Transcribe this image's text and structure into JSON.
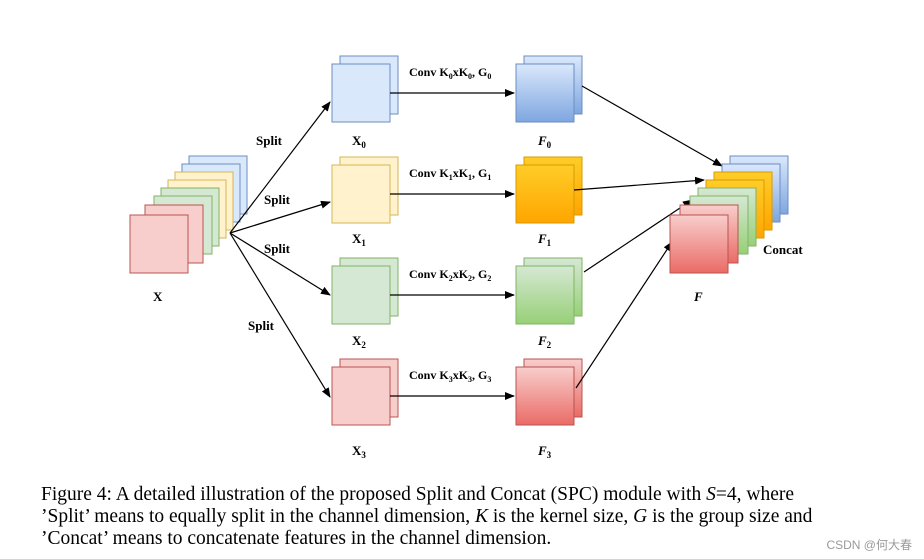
{
  "diagram": {
    "input_label": "X",
    "split_label": "Split",
    "concat_label": "Concat",
    "output_label": "F",
    "branches": [
      {
        "x_label": "X",
        "x_sub": "0",
        "conv": {
          "k1": "0",
          "k2": "0",
          "g": "0"
        },
        "f_label": "F",
        "f_sub": "0"
      },
      {
        "x_label": "X",
        "x_sub": "1",
        "conv": {
          "k1": "1",
          "k2": "1",
          "g": "1"
        },
        "f_label": "F",
        "f_sub": "1"
      },
      {
        "x_label": "X",
        "x_sub": "2",
        "conv": {
          "k1": "2",
          "k2": "2",
          "g": "2"
        },
        "f_label": "F",
        "f_sub": "2"
      },
      {
        "x_label": "X",
        "x_sub": "3",
        "conv": {
          "k1": "3",
          "k2": "3",
          "g": "3"
        },
        "f_label": "F",
        "f_sub": "3"
      }
    ],
    "colors": {
      "blue_fill": "#dae8fc",
      "blue_stroke": "#6c8ebf",
      "yellow_fill": "#fff2cc",
      "yellow_stroke": "#d6b656",
      "green_fill": "#d5e8d4",
      "green_stroke": "#82b366",
      "red_fill": "#f8cecc",
      "red_stroke": "#b85450",
      "orange_fill": "#ffaa00",
      "orange_stroke": "#d79b00"
    }
  },
  "caption": {
    "line1_a": "Figure 4: A detailed illustration of the proposed Split and Concat (SPC) module with ",
    "line1_s": "S",
    "line1_b": "=4, where",
    "line2_a": "’Split’ means to equally split in the channel dimension, ",
    "line2_k": "K",
    "line2_b": " is the kernel size, ",
    "line2_g": "G",
    "line2_c": " is the group size and",
    "line3": "’Concat’ means to concatenate features in the channel dimension."
  },
  "watermark": "CSDN @何大春"
}
